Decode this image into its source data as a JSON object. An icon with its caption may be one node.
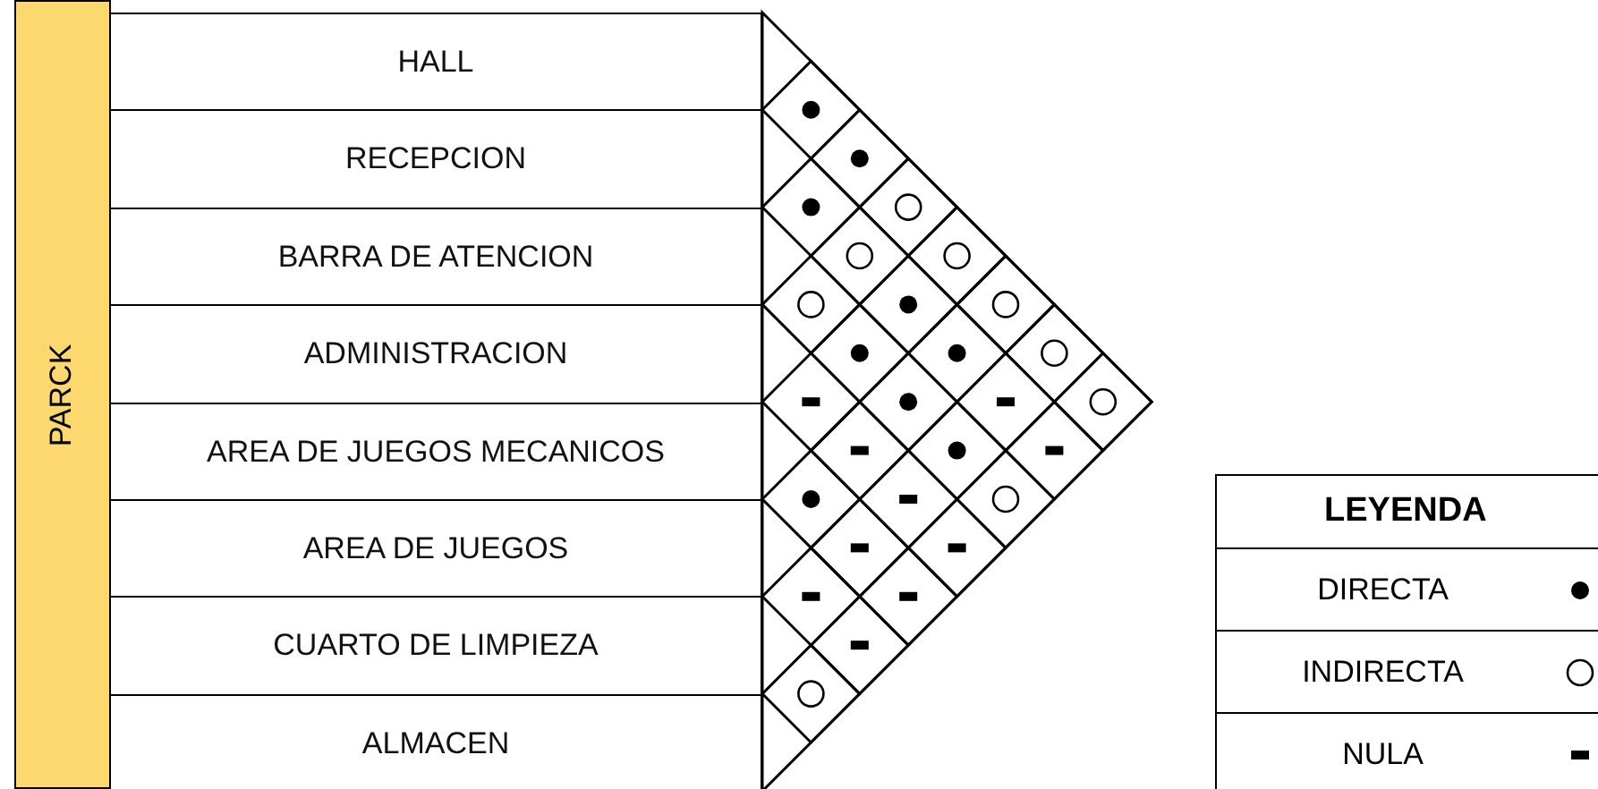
{
  "diagram": {
    "nodes": [
      {
        "text": [
          "PARCK"
        ]
      },
      {
        "text": [
          "HALL"
        ]
      },
      {
        "text": [
          "RECEPCION"
        ]
      },
      {
        "text": [
          "BARRA DE ATENCION"
        ]
      },
      {
        "text": [
          "ADMINISTRACION"
        ]
      },
      {
        "text": [
          "AREA DE JUEGOS MECANICOS"
        ]
      },
      {
        "text": [
          "AREA DE JUEGOS"
        ]
      },
      {
        "text": [
          "CUARTO DE LIMPIEZA"
        ]
      },
      {
        "text": [
          "ALMACEN"
        ]
      }
    ],
    "labels": [
      "LEYENDA"
    ],
    "legend": [
      {
        "text": "DIRECTA"
      },
      {
        "text": "INDIRECTA"
      },
      {
        "text": "NULA"
      }
    ]
  }
}
